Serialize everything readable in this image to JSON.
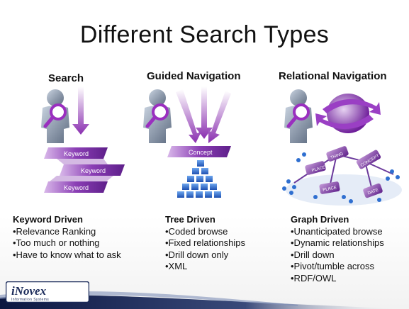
{
  "slide": {
    "title": "Different Search Types"
  },
  "columns": [
    {
      "heading": "Search",
      "boxes": [
        "Keyword",
        "Keyword",
        "Keyword"
      ],
      "list_title": "Keyword Driven",
      "items": [
        "•Relevance Ranking",
        "•Too much or nothing",
        "•Have to know what to ask"
      ]
    },
    {
      "heading": "Guided Navigation",
      "boxes": [
        "Concept"
      ],
      "list_title": "Tree Driven",
      "items": [
        "•Coded browse",
        "•Fixed relationships",
        "•Drill down only",
        "•XML"
      ]
    },
    {
      "heading": "Relational Navigation",
      "boxes": [
        "PLACE",
        "THING",
        "CONCEPT",
        "PLACE",
        "DATE"
      ],
      "list_title": "Graph Driven",
      "items": [
        "•Unanticipated browse",
        "•Dynamic relationships",
        "•Drill down",
        "•Pivot/tumble across",
        "•RDF/OWL"
      ]
    }
  ],
  "logo": {
    "name": "iNovex",
    "sub": "Information Systems"
  },
  "colors": {
    "purple": "#7b2fa0",
    "purple_light": "#b07ccc",
    "blue": "#2f6fd0",
    "navy": "#1a2a5a"
  }
}
